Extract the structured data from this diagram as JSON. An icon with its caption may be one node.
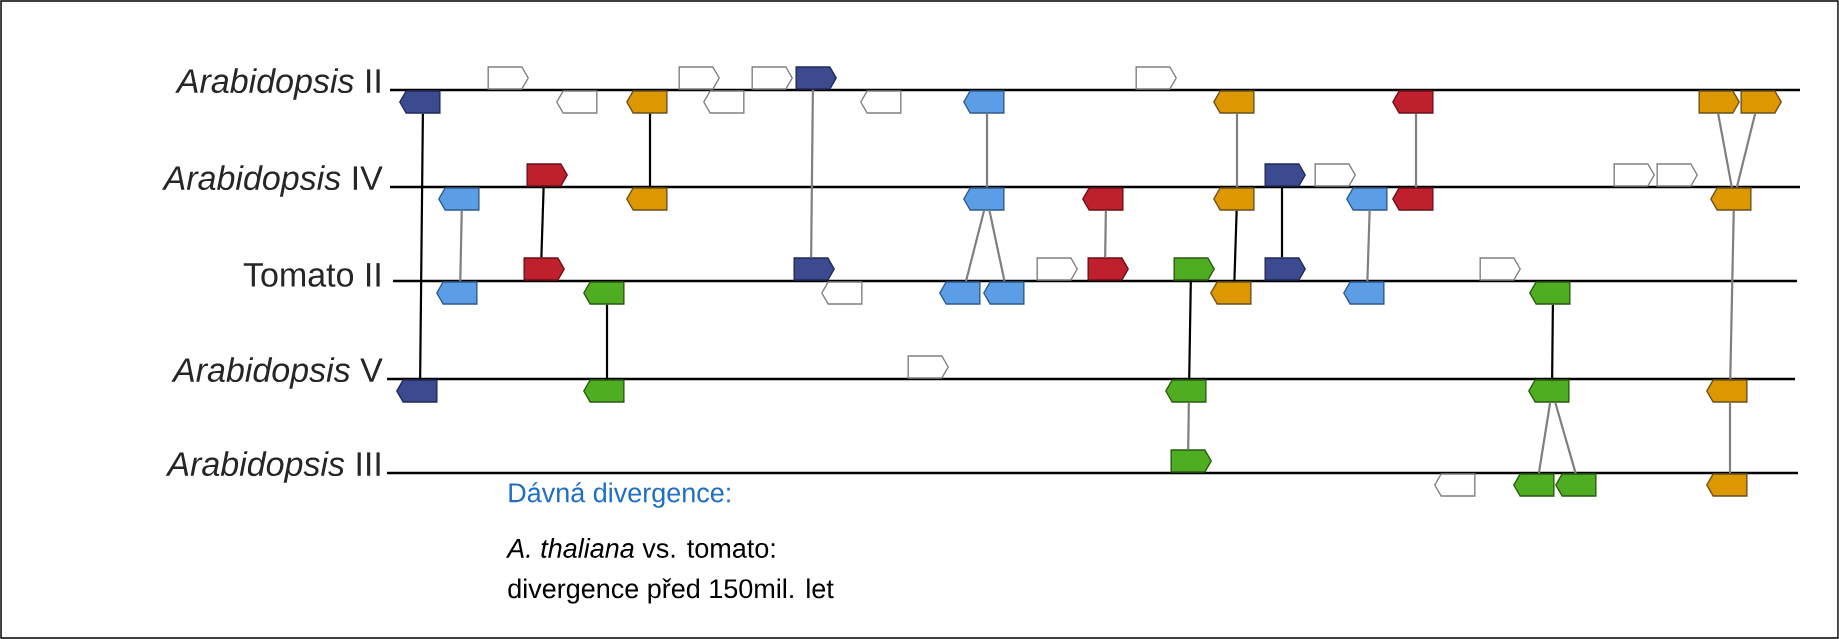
{
  "diagram": {
    "nodes": [
      {
        "text": [],
        "shape": "pentagon"
      },
      {
        "text": [],
        "shape": "pentagon"
      },
      {
        "text": [],
        "shape": "pentagon"
      },
      {
        "text": [],
        "shape": "pentagon"
      },
      {
        "text": [],
        "shape": "pentagon"
      },
      {
        "text": [],
        "shape": "pentagon"
      },
      {
        "text": [],
        "shape": "pentagon"
      },
      {
        "text": [],
        "shape": "pentagon"
      },
      {
        "text": [],
        "shape": "pentagon"
      },
      {
        "text": [],
        "shape": "pentagon"
      },
      {
        "text": [],
        "shape": "pentagon"
      },
      {
        "text": [],
        "shape": "pentagon"
      },
      {
        "text": [],
        "shape": "pentagon"
      },
      {
        "text": [],
        "shape": "pentagon"
      },
      {
        "text": [],
        "shape": "pentagon"
      },
      {
        "text": [],
        "shape": "pentagon"
      },
      {
        "text": [],
        "shape": "pentagon"
      },
      {
        "text": [],
        "shape": "pentagon"
      },
      {
        "text": [],
        "shape": "pentagon"
      },
      {
        "text": [],
        "shape": "pentagon"
      },
      {
        "text": [],
        "shape": "pentagon"
      },
      {
        "text": [],
        "shape": "pentagon"
      },
      {
        "text": [],
        "shape": "pentagon"
      },
      {
        "text": [],
        "shape": "pentagon"
      },
      {
        "text": [],
        "shape": "pentagon"
      },
      {
        "text": [],
        "shape": "pentagon"
      },
      {
        "text": [],
        "shape": "pentagon"
      },
      {
        "text": [],
        "shape": "pentagon"
      },
      {
        "text": [],
        "shape": "pentagon"
      },
      {
        "text": [],
        "shape": "pentagon"
      },
      {
        "text": [],
        "shape": "pentagon"
      },
      {
        "text": [],
        "shape": "pentagon"
      },
      {
        "text": [],
        "shape": "pentagon"
      },
      {
        "text": [],
        "shape": "pentagon"
      },
      {
        "text": [],
        "shape": "pentagon"
      },
      {
        "text": [],
        "shape": "pentagon"
      },
      {
        "text": [],
        "shape": "pentagon"
      },
      {
        "text": [],
        "shape": "pentagon"
      },
      {
        "text": [],
        "shape": "pentagon"
      },
      {
        "text": [],
        "shape": "pentagon"
      },
      {
        "text": [],
        "shape": "pentagon"
      },
      {
        "text": [],
        "shape": "pentagon"
      },
      {
        "text": [],
        "shape": "pentagon"
      },
      {
        "text": [],
        "shape": "pentagon"
      },
      {
        "text": [],
        "shape": "pentagon"
      },
      {
        "text": [],
        "shape": "pentagon"
      },
      {
        "text": [],
        "shape": "pentagon"
      },
      {
        "text": [],
        "shape": "pentagon"
      },
      {
        "text": [],
        "shape": "pentagon"
      },
      {
        "text": [],
        "shape": "pentagon"
      },
      {
        "text": [],
        "shape": "pentagon"
      },
      {
        "text": [],
        "shape": "pentagon"
      },
      {
        "text": [],
        "shape": "pentagon"
      },
      {
        "text": [],
        "shape": "pentagon"
      }
    ],
    "edges": [
      {
        "from": 0,
        "to": 43,
        "arrow": "none",
        "color": "#000000"
      },
      {
        "from": 15,
        "to": 28,
        "arrow": "none"
      },
      {
        "from": 16,
        "to": 29,
        "arrow": "none",
        "color": "#000000"
      },
      {
        "from": 3,
        "to": 17,
        "arrow": "none",
        "color": "#000000"
      },
      {
        "from": 30,
        "to": 44,
        "arrow": "none",
        "color": "#000000"
      },
      {
        "from": 7,
        "to": 31,
        "arrow": "none"
      },
      {
        "from": 9,
        "to": 18,
        "arrow": "none"
      },
      {
        "from": 18,
        "to": 33,
        "arrow": "none"
      },
      {
        "from": 18,
        "to": 34,
        "arrow": "none"
      },
      {
        "from": 19,
        "to": 36,
        "arrow": "none"
      },
      {
        "from": 11,
        "to": 20,
        "arrow": "none"
      },
      {
        "from": 20,
        "to": 38,
        "arrow": "none",
        "color": "#000000"
      },
      {
        "from": 21,
        "to": 39,
        "arrow": "none",
        "color": "#000000"
      },
      {
        "from": 37,
        "to": 46,
        "arrow": "none",
        "color": "#000000"
      },
      {
        "from": 46,
        "to": 49,
        "arrow": "none"
      },
      {
        "from": 12,
        "to": 24,
        "arrow": "none"
      },
      {
        "from": 23,
        "to": 40,
        "arrow": "none"
      },
      {
        "from": 42,
        "to": 47,
        "arrow": "none",
        "color": "#000000"
      },
      {
        "from": 47,
        "to": 51,
        "arrow": "none"
      },
      {
        "from": 47,
        "to": 52,
        "arrow": "none"
      },
      {
        "from": 13,
        "to": 27,
        "arrow": "none"
      },
      {
        "from": 14,
        "to": 27,
        "arrow": "none"
      },
      {
        "from": 27,
        "to": 48,
        "arrow": "none"
      },
      {
        "from": 48,
        "to": 53,
        "arrow": "none"
      }
    ],
    "labels": [
      "*Arabidopsis* II",
      "*Arabidopsis* IV",
      "Tomato II",
      "*Arabidopsis* V",
      "*Arabidopsis* III",
      "Dávná divergence:",
      "*A. thaliana* vs. tomato:",
      "divergence před 150mil. let"
    ]
  }
}
